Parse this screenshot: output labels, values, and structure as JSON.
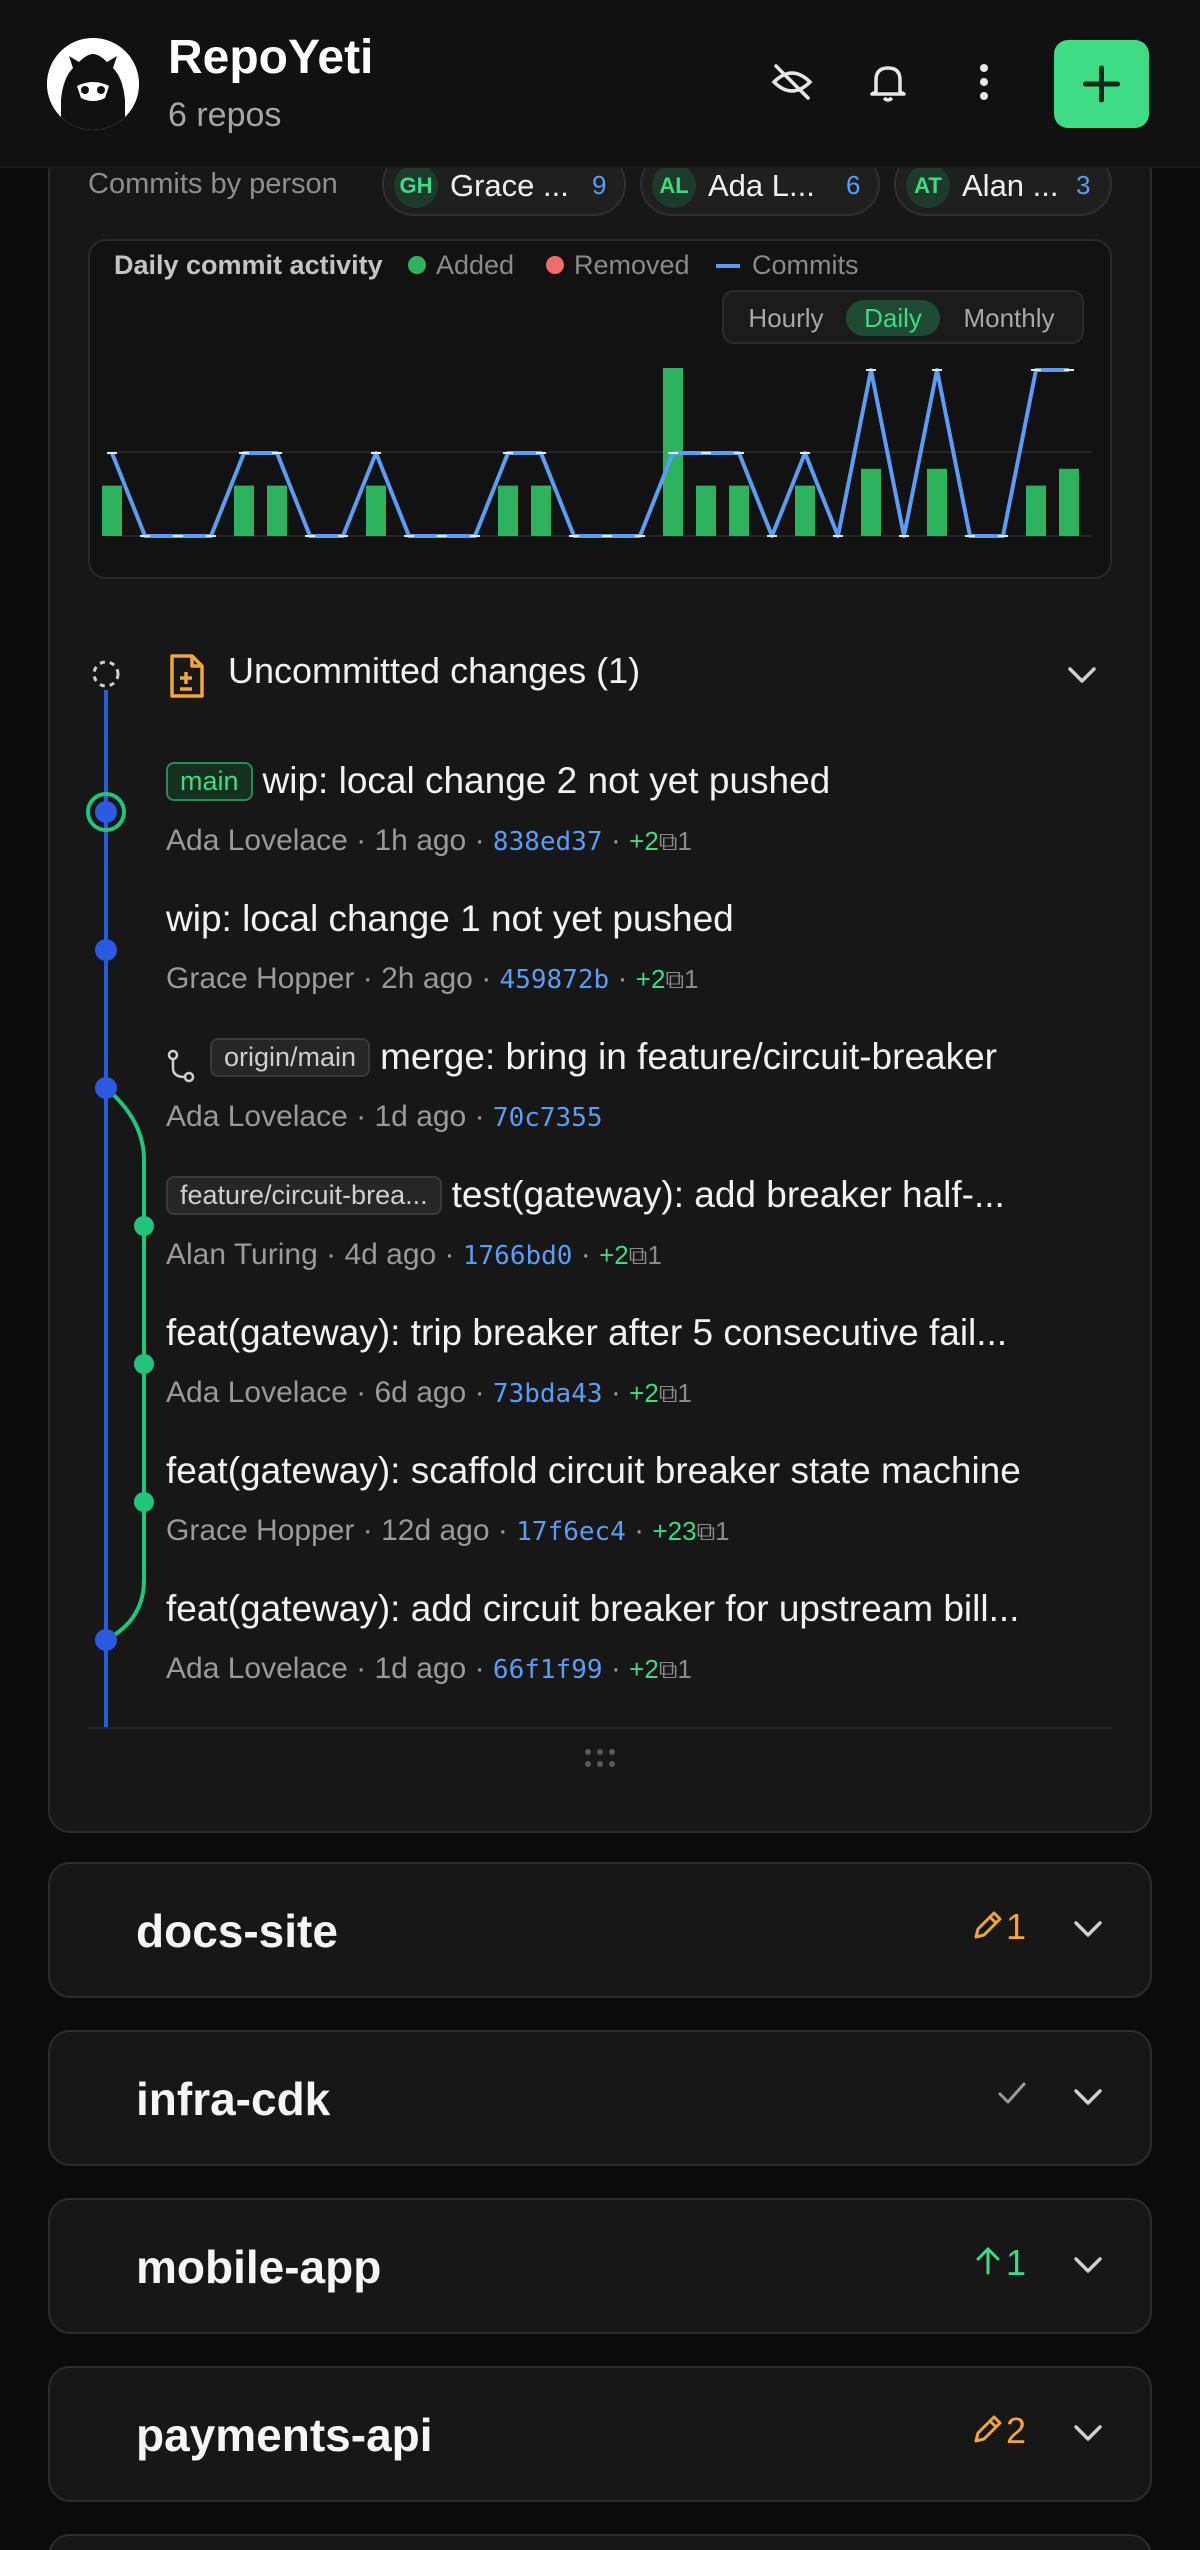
{
  "header": {
    "title": "RepoYeti",
    "subtitle": "6 repos"
  },
  "commits_by_person": {
    "label": "Commits by person",
    "people": [
      {
        "initials": "GH",
        "name": "Grace ...",
        "count": "9"
      },
      {
        "initials": "AL",
        "name": "Ada L...",
        "count": "6"
      },
      {
        "initials": "AT",
        "name": "Alan ...",
        "count": "3"
      }
    ]
  },
  "activity": {
    "title": "Daily commit activity",
    "legend": {
      "added": "Added",
      "removed": "Removed",
      "commits": "Commits"
    },
    "tabs": [
      "Hourly",
      "Daily",
      "Monthly"
    ],
    "active_tab": "Daily",
    "colors": {
      "added": "#2db35d",
      "removed": "#f26b6b",
      "commits": "#5b9cf5"
    }
  },
  "chart_data": {
    "type": "bar",
    "title": "Daily commit activity",
    "series": [
      {
        "name": "Added",
        "values": [
          3,
          0,
          0,
          0,
          3,
          3,
          0,
          0,
          3,
          0,
          0,
          0,
          3,
          3,
          0,
          0,
          0,
          10,
          3,
          3,
          0,
          3,
          0,
          4,
          0,
          4,
          0,
          0,
          3,
          4
        ]
      },
      {
        "name": "Commits",
        "values": [
          1,
          0,
          0,
          0,
          1,
          1,
          0,
          0,
          1,
          0,
          0,
          0,
          1,
          1,
          0,
          0,
          0,
          1,
          1,
          1,
          0,
          1,
          0,
          2,
          0,
          2,
          0,
          0,
          2,
          2
        ]
      }
    ]
  },
  "uncommitted": {
    "title": "Uncommitted changes (1)"
  },
  "commits": [
    {
      "tag": "main",
      "message": "wip: local change 2 not yet pushed",
      "author": "Ada Lovelace",
      "time": "1h ago",
      "hash": "838ed37",
      "added": "+2",
      "files": "1"
    },
    {
      "tag": "",
      "message": "wip: local change 1 not yet pushed",
      "author": "Grace Hopper",
      "time": "2h ago",
      "hash": "459872b",
      "added": "+2",
      "files": "1"
    },
    {
      "tag": "origin/main",
      "message": "merge: bring in feature/circuit-breaker",
      "author": "Ada Lovelace",
      "time": "1d ago",
      "hash": "70c7355",
      "added": "",
      "files": ""
    },
    {
      "tag": "feature/circuit-brea...",
      "message": "test(gateway): add breaker half-...",
      "author": "Alan Turing",
      "time": "4d ago",
      "hash": "1766bd0",
      "added": "+2",
      "files": "1"
    },
    {
      "tag": "",
      "message": "feat(gateway): trip breaker after 5 consecutive fail...",
      "author": "Ada Lovelace",
      "time": "6d ago",
      "hash": "73bda43",
      "added": "+2",
      "files": "1"
    },
    {
      "tag": "",
      "message": "feat(gateway): scaffold circuit breaker state machine",
      "author": "Grace Hopper",
      "time": "12d ago",
      "hash": "17f6ec4",
      "added": "+23",
      "files": "1"
    },
    {
      "tag": "",
      "message": "feat(gateway): add circuit breaker for upstream bill...",
      "author": "Ada Lovelace",
      "time": "1d ago",
      "hash": "66f1f99",
      "added": "+2",
      "files": "1"
    }
  ],
  "repos": [
    {
      "name": "docs-site",
      "status_icon": "pencil-icon",
      "status_count": "1",
      "status_color": "#f0a63a"
    },
    {
      "name": "infra-cdk",
      "status_icon": "check-icon",
      "status_count": "",
      "status_color": "#9a9a9a"
    },
    {
      "name": "mobile-app",
      "status_icon": "arrow-up-icon",
      "status_count": "1",
      "status_color": "#3ddc84"
    },
    {
      "name": "payments-api",
      "status_icon": "pencil-icon",
      "status_count": "2",
      "status_color": "#f0a63a"
    }
  ]
}
